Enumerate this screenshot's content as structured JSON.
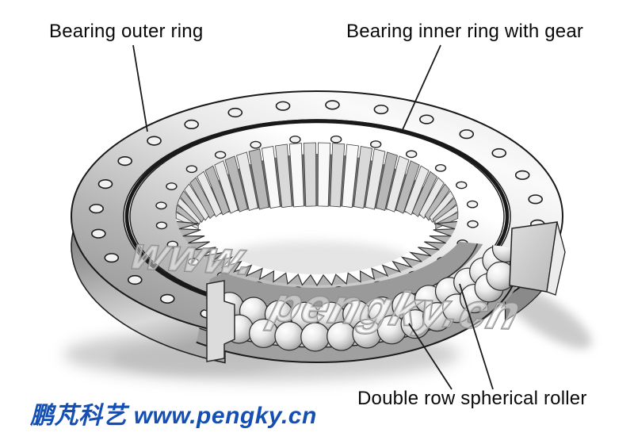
{
  "labels": {
    "outer_ring": "Bearing outer ring",
    "inner_ring": "Bearing inner ring with gear",
    "rollers": "Double row spherical roller"
  },
  "watermark": {
    "line1": "www.",
    "line2": "pengky.cn"
  },
  "footer": {
    "text": "鹏芃科艺 www.pengky.cn",
    "color": "#1450b4"
  },
  "illustration": {
    "type": "slewing-ring-bearing-cutaway",
    "outer_ring_bolt_holes": 28,
    "inner_ring_bolt_holes": 24,
    "gear_teeth_back": 32,
    "gear_teeth_front": 28,
    "rollers_upper_row": 14,
    "rollers_lower_row": 13,
    "palette": {
      "outline": "#1a1a1a",
      "metal_dark": "#8c8c8c",
      "metal_mid": "#c2c2c2",
      "metal_light": "#f8f8f8",
      "gap_ring": "#191919",
      "tooth_light": "#e8e8e8",
      "tooth_dark": "#b8b8b8",
      "tooth_groove": "#707070",
      "race_band": "#a6a6a6",
      "cut_face": "#dcdcdc",
      "shadow": "#c7c7c7",
      "leader_line": "#1a1a1a"
    }
  }
}
